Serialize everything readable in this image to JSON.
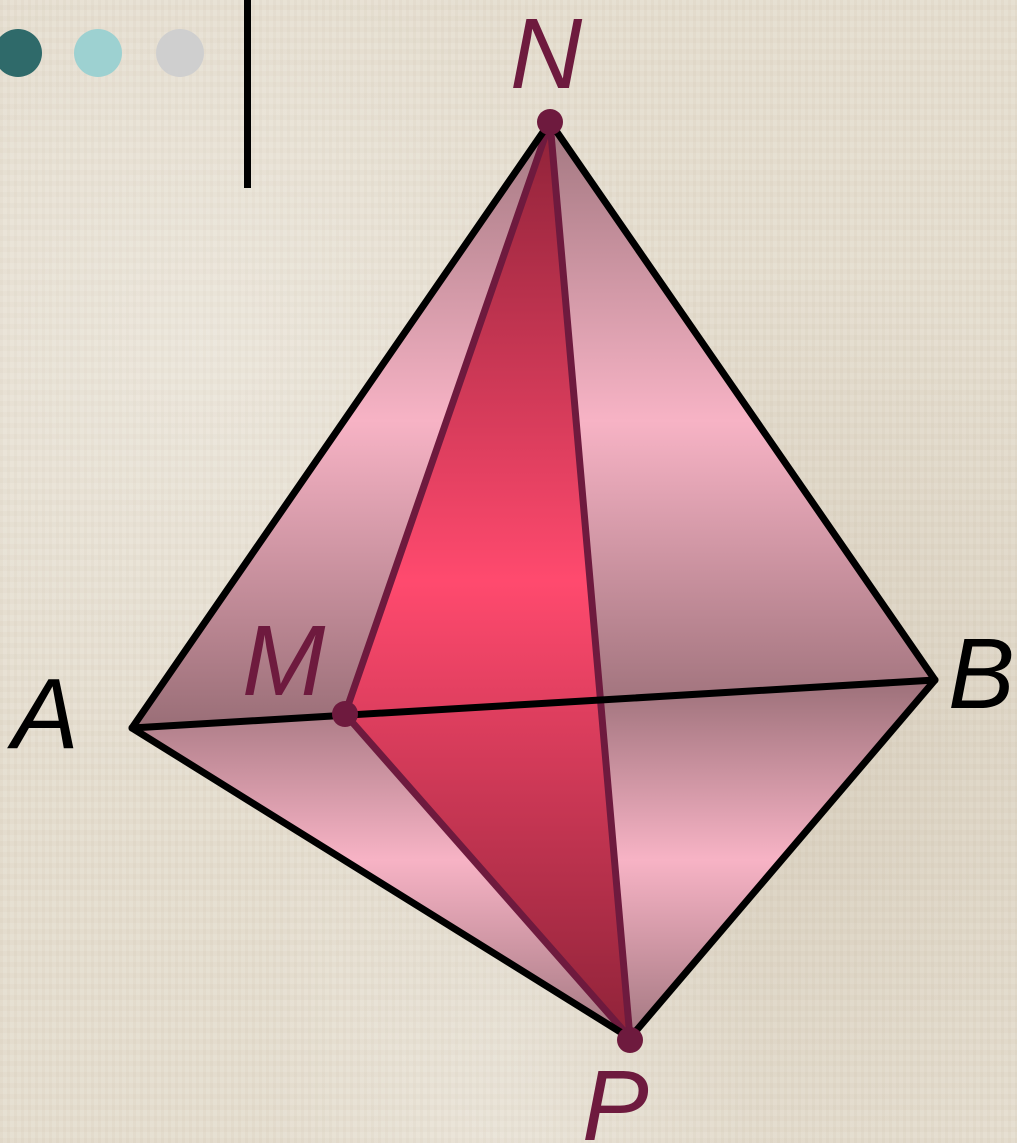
{
  "colors": {
    "dot1": "#2f6a6a",
    "dot2": "#9dd1d1",
    "dot3": "#cfcfcf",
    "edge": "#000000",
    "section_edge": "#6e1a3e",
    "face_light": "#f7b3c5",
    "face_dark": "#9c7079",
    "section_light": "#ff4a6e",
    "section_dark": "#8e2238"
  },
  "decor": {
    "dots": [
      "dot-teal",
      "dot-light-teal",
      "dot-gray"
    ]
  },
  "diagram": {
    "vertices": {
      "N": "N",
      "A": "A",
      "B": "B",
      "P": "P",
      "M": "M"
    }
  }
}
